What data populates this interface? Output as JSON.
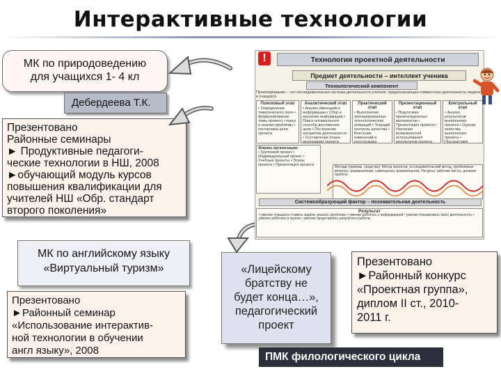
{
  "title": "Интерактивные технологии",
  "mk1": {
    "line1": "МК по природоведению",
    "line2": "для учащихся 1- 4 кл"
  },
  "author": "Дебердеева Т.К.",
  "present1": {
    "heading": "Презентовано",
    "subheading": "Районные семинары",
    "line1": "► Продуктивные педагоги-",
    "line2": "ческие технологии в НШ, 2008",
    "line3": "►обучающий модуль курсов",
    "line4": "повышения квалификации для",
    "line5": "учителей НШ «Обр. стандарт",
    "line6": "второго поколения»"
  },
  "mk2": {
    "line1": "МК по английскому языку",
    "line2": "«Виртуальный туризм»"
  },
  "present2": {
    "heading": "Презентовано",
    "line1": "►Районный семинар",
    "line2": "«Использование интерактив-",
    "line3": "ной технологии в обучении",
    "line4": "англ языку», 2008"
  },
  "lyceum": {
    "line1": "«Лицейскому",
    "line2": "братству не",
    "line3": "будет конца…»,",
    "line4": "педагогический",
    "line5": "проект"
  },
  "contest": {
    "heading": "Презентовано",
    "line1": "►Районный конкурс",
    "line2": "«Проектная группа»,",
    "line3": "диплом II ст., 2010-",
    "line4": "2011 г."
  },
  "pmk": "ПМК филологического цикла",
  "diagram": {
    "header": "Технология проектной деятельности",
    "subject": "Предмет деятельности – интеллект ученика",
    "component": "Технологический компонент",
    "definition": "Проектирование – это последовательная система деятельности учителя, предполагающая совместную деятельность педагога и учащихся",
    "stages": [
      {
        "title": "Поисковый этап",
        "text": "• Определение тематического поля • формулирование темы проекта • поиск и анализ проблемы • постановка цели проекта"
      },
      {
        "title": "Аналитический этап",
        "text": "• Анализ имеющейся информации • Сбор и изучение информации • Поиск оптимального способа достижения цели • Построение алгоритма деятельности • Составление плана реализации проекта"
      },
      {
        "title": "Практический этап",
        "text": "• Выполнение запланированных технологических операций • Текущий контроль качества • Внесение изменений в конструкцию"
      },
      {
        "title": "Презентационный этап",
        "text": "• Подготовка презентационных материалов • Презентация проекта • Изучение возможностей использования результатов проекта"
      },
      {
        "title": "Контрольный этап",
        "text": "• Анализ результатов выполнения проекта • Оценка качества выполнения проекта • Последствия"
      }
    ],
    "forms_title": "Формы организации:",
    "forms": "• Групповой проект • Индивидуальный проект • Учебные проекты • Этапы проекта • Презентация проекта",
    "methods": "Методы (приемы, средства): Метод проектов, исследовательский метод, проблемные вопросы, размышление, самооценка, взаимооценка. Ресурсы: рабочие листы, дневник проекта.",
    "system_factor": "Системообразующий фактор – познавательная деятельность",
    "result_title": "Результат",
    "result": "• умение учащихся ставить задачи, решать проблемы • умение работать с информацией • умение планировать свою деятельность • умение работать в группе • умение представлять результаты работы"
  }
}
